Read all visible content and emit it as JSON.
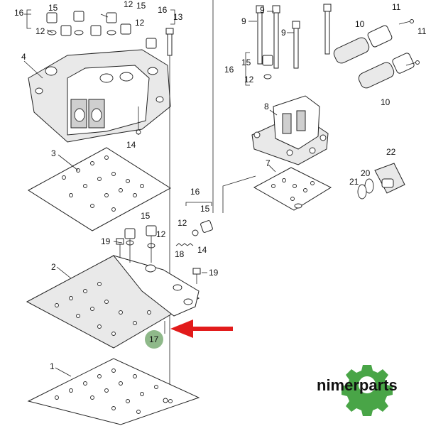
{
  "callouts": {
    "c16a": "16",
    "c15a": "15",
    "c12a": "12",
    "c12b": "12",
    "c15b": "15",
    "c16b": "16",
    "c12c": "12",
    "c13": "13",
    "c4": "4",
    "c14a": "14",
    "c3": "3",
    "c9a": "9",
    "c9b": "9",
    "c9c": "9",
    "c11a": "11",
    "c11b": "11",
    "c10a": "10",
    "c10b": "10",
    "c16c": "16",
    "c15c": "15",
    "c12d": "12",
    "c8": "8",
    "c7": "7",
    "c22": "22",
    "c20": "20",
    "c21": "21",
    "c16d": "16",
    "c15d": "15",
    "c12e": "12",
    "c15e": "15",
    "c12f": "12",
    "c19a": "19",
    "c14b": "14",
    "c18": "18",
    "c19b": "19",
    "c2": "2",
    "c17": "17",
    "c1": "1"
  },
  "brand": {
    "name": "nimerparts"
  },
  "colors": {
    "arrow": "#e21b1b",
    "highlight": "#8fb98a",
    "gear": "#49a547"
  }
}
